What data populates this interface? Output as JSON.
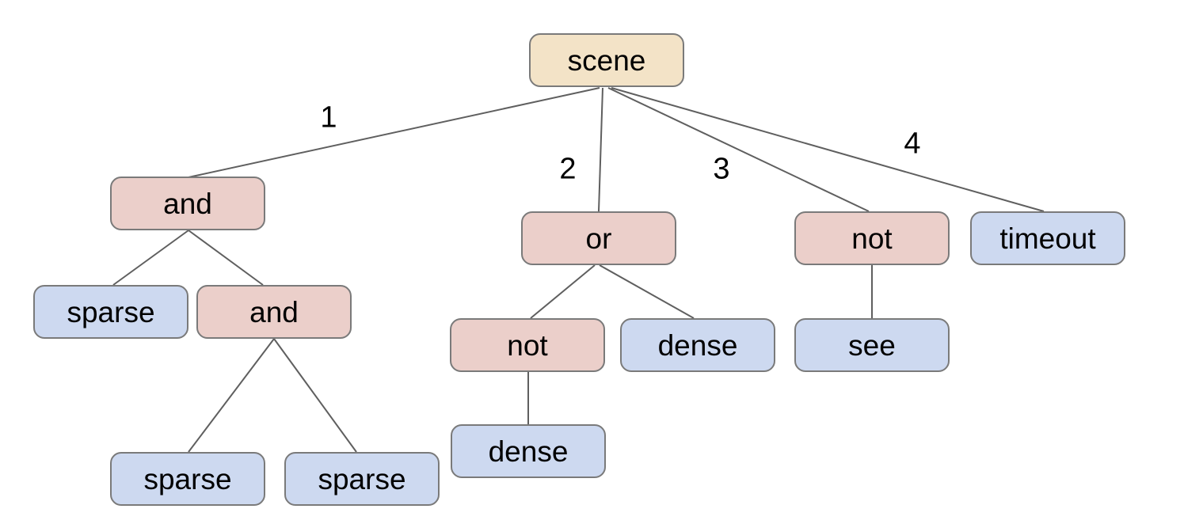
{
  "diagram": {
    "type": "tree",
    "nodes": [
      {
        "label": "scene",
        "kind": "root"
      },
      {
        "label": "and",
        "kind": "operator"
      },
      {
        "label": "or",
        "kind": "operator"
      },
      {
        "label": "not",
        "kind": "operator"
      },
      {
        "label": "timeout",
        "kind": "leaf"
      },
      {
        "label": "sparse",
        "kind": "leaf"
      },
      {
        "label": "and",
        "kind": "operator"
      },
      {
        "label": "not",
        "kind": "operator"
      },
      {
        "label": "dense",
        "kind": "leaf"
      },
      {
        "label": "see",
        "kind": "leaf"
      },
      {
        "label": "dense",
        "kind": "leaf"
      },
      {
        "label": "sparse",
        "kind": "leaf"
      },
      {
        "label": "sparse",
        "kind": "leaf"
      }
    ],
    "edges": [
      {
        "from": 0,
        "to": 1,
        "label": "1"
      },
      {
        "from": 0,
        "to": 2,
        "label": "2"
      },
      {
        "from": 0,
        "to": 3,
        "label": "3"
      },
      {
        "from": 0,
        "to": 4,
        "label": "4"
      },
      {
        "from": 1,
        "to": 5
      },
      {
        "from": 1,
        "to": 6
      },
      {
        "from": 6,
        "to": 11
      },
      {
        "from": 6,
        "to": 12
      },
      {
        "from": 2,
        "to": 7
      },
      {
        "from": 2,
        "to": 8
      },
      {
        "from": 7,
        "to": 10
      },
      {
        "from": 3,
        "to": 9
      }
    ],
    "colors": {
      "root_fill": "#f3e3c7",
      "operator_fill": "#ebcfca",
      "leaf_fill": "#cdd9f0",
      "node_border": "#7a7a7a",
      "edge_line": "#5f5f5f",
      "text": "#000000",
      "background": "#ffffff"
    }
  }
}
